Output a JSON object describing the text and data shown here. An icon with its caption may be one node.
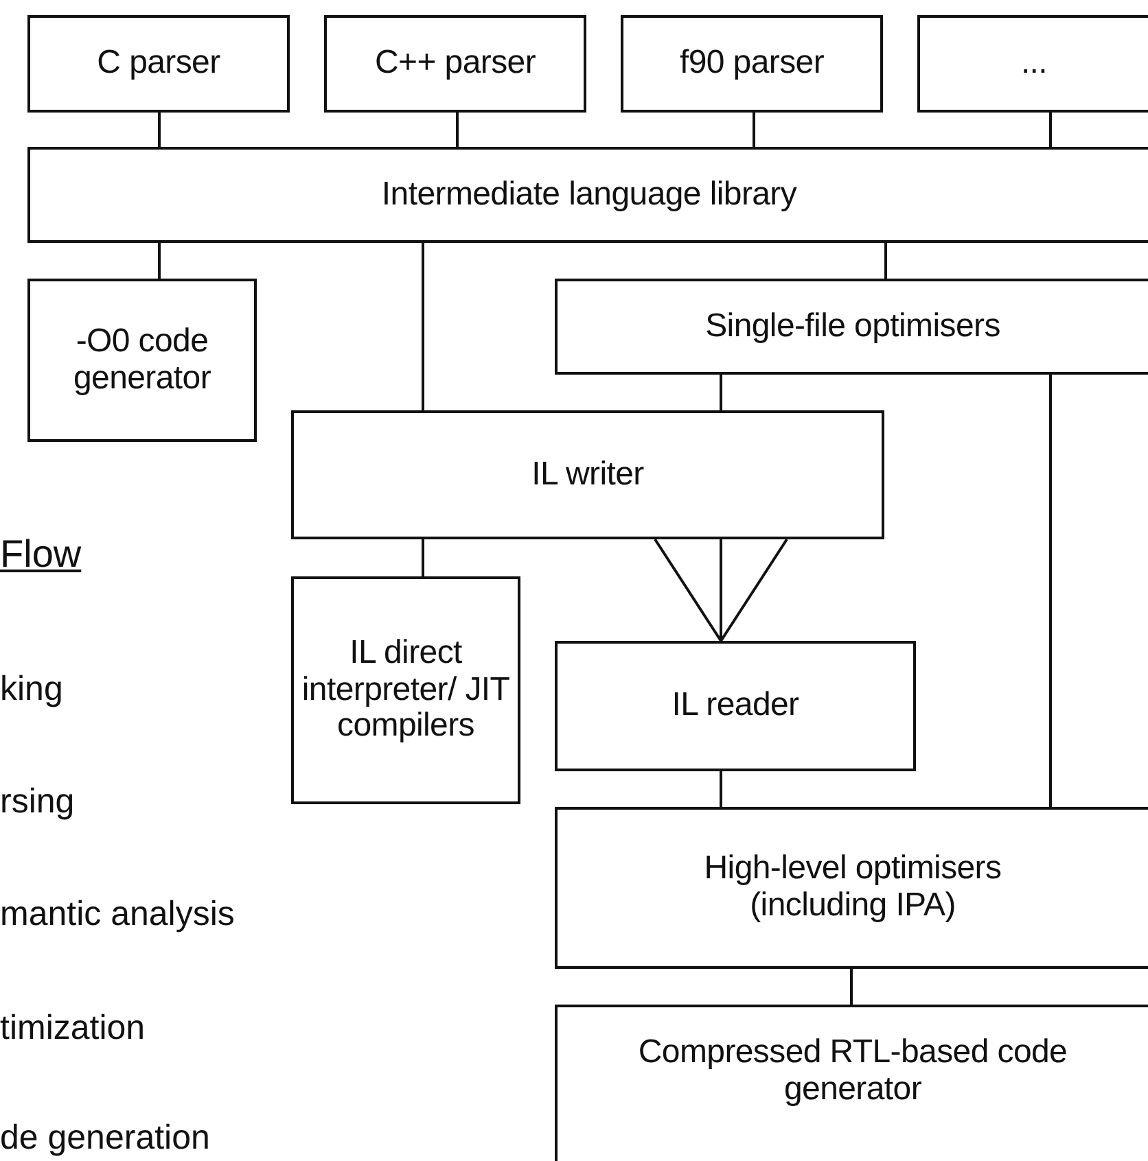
{
  "diagram": {
    "nodes": [
      {
        "text": [
          "C parser"
        ]
      },
      {
        "text": [
          "C++ parser"
        ]
      },
      {
        "text": [
          "f90 parser"
        ]
      },
      {
        "text": [
          "..."
        ]
      },
      {
        "text": [
          "Intermediate language library"
        ]
      },
      {
        "text": [
          "-O0 code generator"
        ]
      },
      {
        "text": [
          "Single-file optimisers"
        ]
      },
      {
        "text": [
          "IL writer"
        ]
      },
      {
        "text": [
          "IL direct interpreter/ JIT compilers"
        ]
      },
      {
        "text": [
          "IL reader"
        ]
      },
      {
        "text": [
          "High-level optimisers (including IPA)"
        ]
      },
      {
        "text": [
          "Compressed RTL-based code generator"
        ]
      }
    ],
    "edges": [
      {
        "from": 0,
        "to": 4,
        "arrow": "none"
      },
      {
        "from": 1,
        "to": 4,
        "arrow": "none"
      },
      {
        "from": 2,
        "to": 4,
        "arrow": "none"
      },
      {
        "from": 3,
        "to": 4,
        "arrow": "none"
      },
      {
        "from": 4,
        "to": 5,
        "arrow": "none"
      },
      {
        "from": 4,
        "to": 7,
        "arrow": "none"
      },
      {
        "from": 4,
        "to": 6,
        "arrow": "none"
      },
      {
        "from": 6,
        "to": 7,
        "arrow": "none"
      },
      {
        "from": 6,
        "to": 10,
        "arrow": "none"
      },
      {
        "from": 7,
        "to": 8,
        "arrow": "none"
      },
      {
        "from": 7,
        "to": 9,
        "arrow": "none"
      },
      {
        "from": 9,
        "to": 10,
        "arrow": "none"
      },
      {
        "from": 10,
        "to": 11,
        "arrow": "none"
      }
    ],
    "labels": [
      "Flow",
      "king",
      "rsing",
      "mantic analysis",
      "timization",
      "de generation"
    ]
  }
}
